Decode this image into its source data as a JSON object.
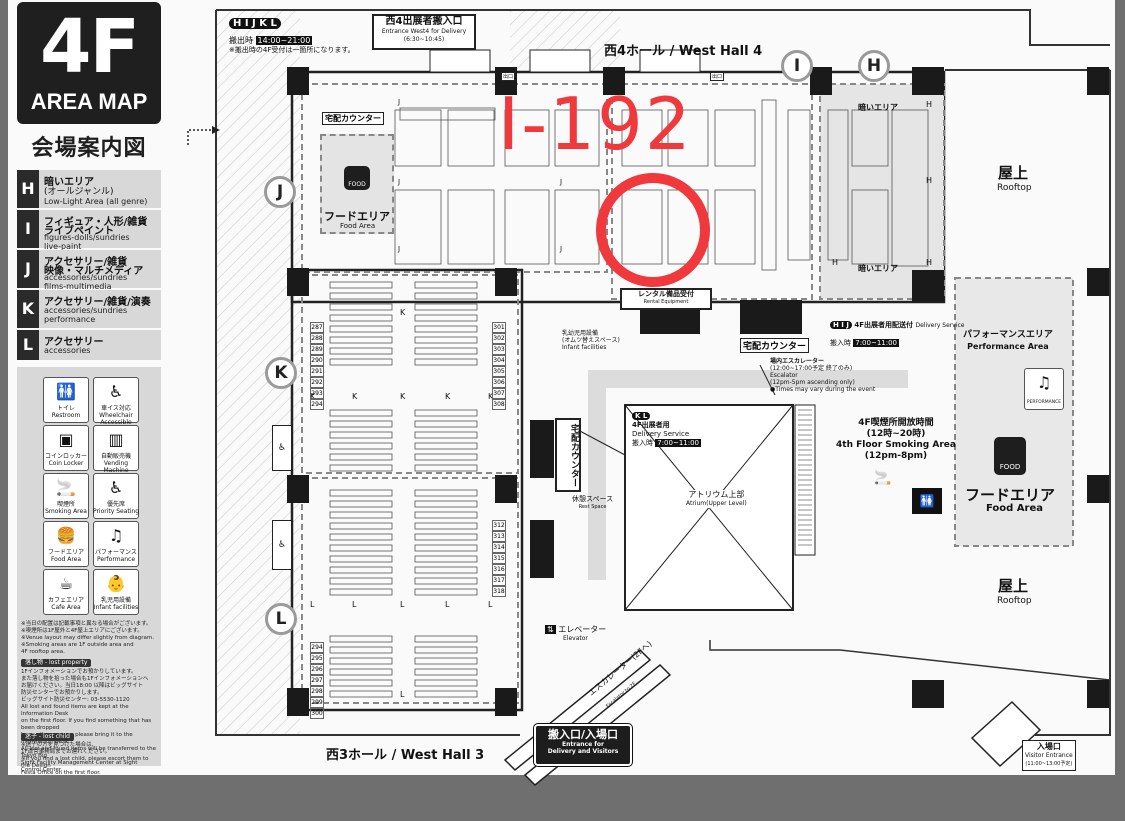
{
  "legend": {
    "floor": "4F",
    "area_map": "AREA MAP",
    "title_jp": "会場案内図",
    "categories": [
      {
        "letter": "H",
        "jp": "暗いエリア",
        "jp2": "(オールジャンル)",
        "en": "Low-Light Area (all genre)"
      },
      {
        "letter": "I",
        "jp": "フィギュア・人形/雑貨",
        "jp2": "ライブペイント",
        "en": "figures-dolls/sundries\nlive-paint"
      },
      {
        "letter": "J",
        "jp": "アクセサリー/雑貨",
        "jp2": "映像・マルチメディア",
        "en": "accessories/sundries\nfilms-multimedia"
      },
      {
        "letter": "K",
        "jp": "アクセサリー/雑貨/演奏",
        "jp2": "",
        "en": "accessories/sundries\nperformance"
      },
      {
        "letter": "L",
        "jp": "アクセサリー",
        "jp2": "",
        "en": "accessories"
      }
    ],
    "icons": [
      {
        "name": "restroom-icon",
        "glyph": "🚻",
        "label": "トイレ\nRestroom"
      },
      {
        "name": "wheelchair-icon",
        "glyph": "♿",
        "label": "車イス対応\nWheelchair\nAccessible"
      },
      {
        "name": "coin-locker-icon",
        "glyph": "▣",
        "label": "コインロッカー\nCoin Locker"
      },
      {
        "name": "vending-machine-icon",
        "glyph": "▥",
        "label": "自動販売機\nVending\nMachine"
      },
      {
        "name": "smoking-area-icon",
        "glyph": "🚬",
        "label": "喫煙所\nSmoking Area"
      },
      {
        "name": "priority-seating-icon",
        "glyph": "♿",
        "label": "優先席\nPriority Seating"
      },
      {
        "name": "food-area-icon",
        "glyph": "🍔",
        "label": "フードエリア\nFood Area"
      },
      {
        "name": "performance-icon",
        "glyph": "♫",
        "label": "パフォーマンス\nPerformance"
      },
      {
        "name": "cafe-icon",
        "glyph": "☕",
        "label": "カフェエリア\nCafe Area"
      },
      {
        "name": "infant-facilities-icon",
        "glyph": "👶",
        "label": "乳児用設備\nInfant facilities"
      }
    ],
    "notes": "※当日の配置は記載事項と異なる場合がございます。\n※喫煙所は1F屋外と4F屋上エリアにございます。\n※Venue layout may differ slightly from diagram.\n※Smoking areas are 1F outside area and\n  4F rooftop area.",
    "lost_property_label": "落し物 - lost property",
    "lost_property": "1Fインフォメーションでお預かりしています。\nまた落し物を拾った場合も1Fインフォメーションへ\nお届けください。当日18:00 以降はビッグサイト\n防災センターでお預かりします。\nビッグサイト防災センター: 03-5530-1120\nAll lost and found items are kept at the Information Desk\non the first floor. If you find something that has been dropped\nby another person, please bring it to the Information Desk.\nAll lost and found items will be transferred to the Tokyo Big\nSight Facility Management Center at Sight Control Center.",
    "lost_child_label": "迷子 - lost child",
    "lost_child": "※迷子の方を見つけた場合は、\n  1F運営事務局までお連れください。\n※If you find a lost child, please escort them to the Design\n  Festa Office on the first floor."
  },
  "map": {
    "west_hall_4": "西4ホール / West Hall 4",
    "west_hall_3": "西3ホール / West Hall 3",
    "entrance_west4_jp": "西4出展者搬入口",
    "entrance_west4_en": "Entrance West4 for Delivery",
    "entrance_west4_time": "(6:30~10:45)",
    "hijkl_time_label": "搬出時",
    "hijkl_time": "14:00~21:00",
    "hijkl_note": "※搬出時の4F受付は一箇所になります。",
    "badges": [
      "H",
      "I",
      "J",
      "K",
      "L"
    ],
    "takuhai": "宅配カウンター",
    "food_area_jp": "フードエリア",
    "food_area_en": "Food Area",
    "food_word": "FOOD",
    "dark_area": "暗いエリア",
    "rental_jp": "レンタル備品受付",
    "rental_en": "Rental Equipment",
    "infant_jp": "乳幼児用設備",
    "infant_sub": "(オムツ替えスペース)",
    "infant_en": "Infant facilities",
    "delivery_hij_title": "4F出展者用配送付",
    "delivery_hij_en": "Delivery Service",
    "delivery_hij_time_label": "搬入時",
    "delivery_hij_time": "7:00~11:00",
    "escalator_jp": "場内エスカレーター",
    "escalator_time": "(12:00~17:00予定 終了のみ)",
    "escalator_en": "Escalator\n(12pm-5pm ascending only)\n●Times may vary during the event",
    "delivery_kl_title": "4F出展者用",
    "delivery_kl_en": "Delivery Service",
    "delivery_kl_time_label": "搬入時",
    "delivery_kl_time": "7:00~11:00",
    "atrium_jp": "アトリウム上部",
    "atrium_en": "Atrium(Upper Level)",
    "rest_jp": "休憩スペース",
    "rest_en": "Rest Space",
    "smoking_jp": "4F喫煙所開放時間",
    "smoking_jp_time": "(12時~20時)",
    "smoking_en": "4th Floor Smoking Area",
    "smoking_en_time": "(12pm-8pm)",
    "performance_jp": "パフォーマンスエリア",
    "performance_en": "Performance Area",
    "performance_word": "PERFORMANCE",
    "rooftop_jp": "屋上",
    "rooftop_en": "Rooftop",
    "elevator_jp": "エレベーター",
    "elevator_en": "Elevator",
    "escalator_2f": "エスカレーター(2Fへ)",
    "escalator_2f_en": "Escalator to 2F",
    "entrance_delivery_jp": "搬入口/入場口",
    "entrance_delivery_en": "Entrance for\nDelivery and Visitors",
    "visitor_entrance_jp": "入場口",
    "visitor_entrance_en": "Visitor Entrance",
    "visitor_entrance_time": "(11:00~13:00予定)",
    "exit_sign": "出口",
    "block_labels_j": [
      "J",
      "J",
      "J",
      "J",
      "J",
      "J"
    ],
    "block_labels_k": [
      "K",
      "K",
      "K",
      "K",
      "K",
      "K"
    ],
    "block_labels_l": [
      "L",
      "L",
      "L",
      "L",
      "L",
      "L"
    ],
    "block_labels_h": [
      "H",
      "H",
      "H",
      "H"
    ],
    "booth_numbers_k_left": [
      "287",
      "288",
      "289",
      "290",
      "291",
      "292",
      "293",
      "294"
    ],
    "booth_numbers_k_right": [
      "301",
      "302",
      "303",
      "304",
      "305",
      "306",
      "307",
      "308"
    ],
    "booth_numbers_l_left": [
      "294",
      "295",
      "296",
      "297",
      "298",
      "299",
      "300"
    ],
    "booth_numbers_l_right": [
      "312",
      "313",
      "314",
      "315",
      "316",
      "317",
      "318"
    ]
  },
  "annotation": {
    "text": "I-192",
    "color": "#f0393c"
  },
  "colors": {
    "background": "#6f6f6f",
    "paper": "#fafafa",
    "dark": "#1f1f1f",
    "panel": "#d8d8d8",
    "highlight": "#f0393c"
  }
}
